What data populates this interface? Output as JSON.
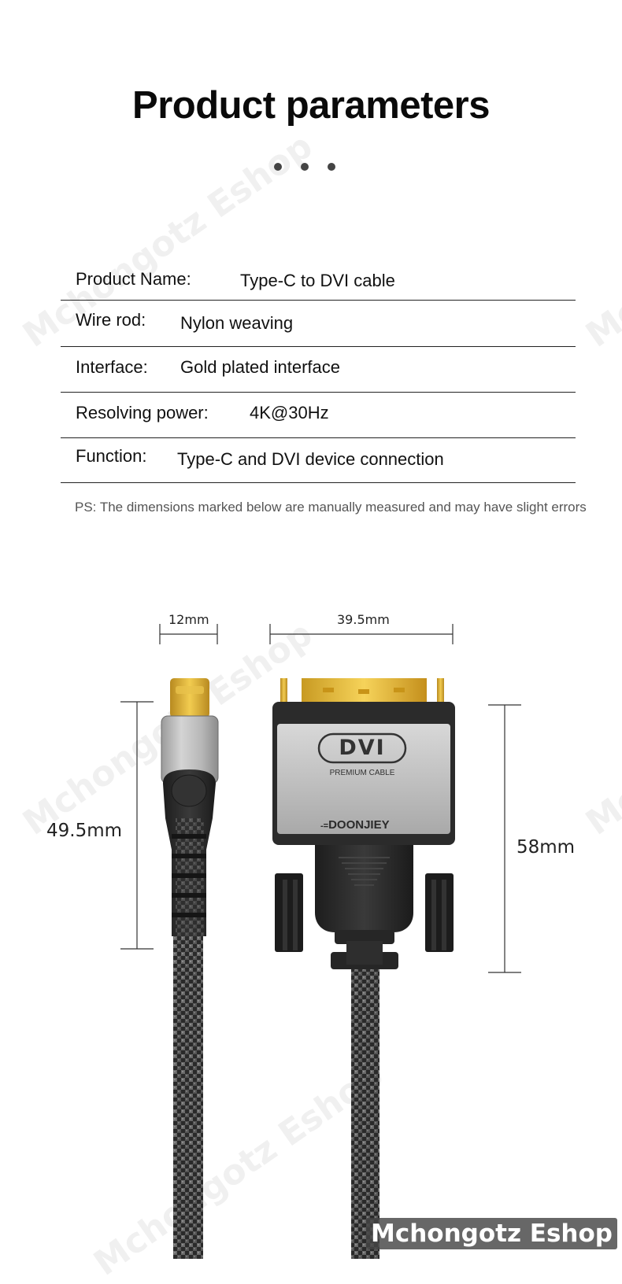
{
  "title": "Product parameters",
  "params": [
    {
      "label": "Product Name:",
      "value": "Type-C to DVI cable"
    },
    {
      "label": "Wire rod:",
      "value": "Nylon weaving"
    },
    {
      "label": "Interface:",
      "value": "Gold plated interface"
    },
    {
      "label": "Resolving power:",
      "value": "4K@30Hz"
    },
    {
      "label": "Function:",
      "value": "Type-C and DVI device connection"
    }
  ],
  "note": "PS: The dimensions marked below are manually measured and may have slight errors",
  "dimensions": {
    "typec_width": "12mm",
    "dvi_width": "39.5mm",
    "typec_length": "49.5mm",
    "dvi_length": "58mm"
  },
  "product_label": {
    "badge": "DVI",
    "subtitle": "PREMIUM CABLE",
    "brand": "DOONJIEY"
  },
  "watermark": "Mchongotz Eshop",
  "badge": "Mchongotz Eshop"
}
